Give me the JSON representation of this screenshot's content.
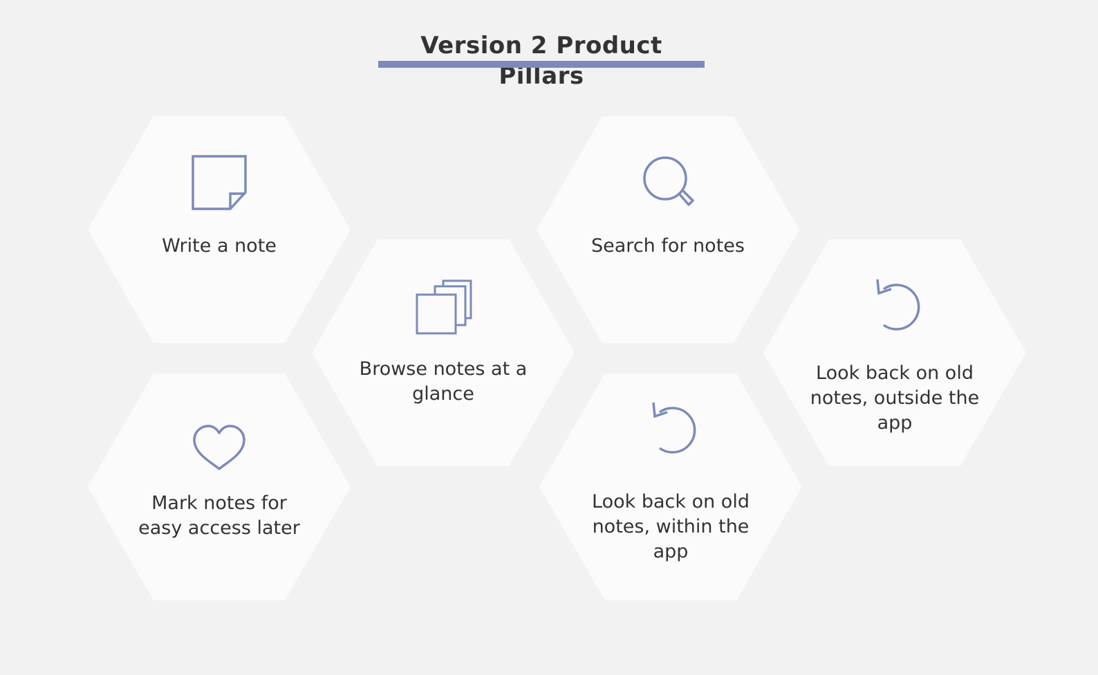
{
  "title": "Version 2 Product Pillars",
  "accent_color": "#7b8aba",
  "pillars": [
    {
      "label": "Write a note",
      "icon": "sticky-note-icon"
    },
    {
      "label": "Browse notes at a glance",
      "icon": "stacked-pages-icon"
    },
    {
      "label": "Search for notes",
      "icon": "magnifier-icon"
    },
    {
      "label": "Look back on old notes, outside the app",
      "icon": "refresh-arrow-icon"
    },
    {
      "label": "Mark notes for easy access later",
      "icon": "heart-icon"
    },
    {
      "label": "Look back on old notes, within the app",
      "icon": "refresh-arrow-icon"
    }
  ]
}
